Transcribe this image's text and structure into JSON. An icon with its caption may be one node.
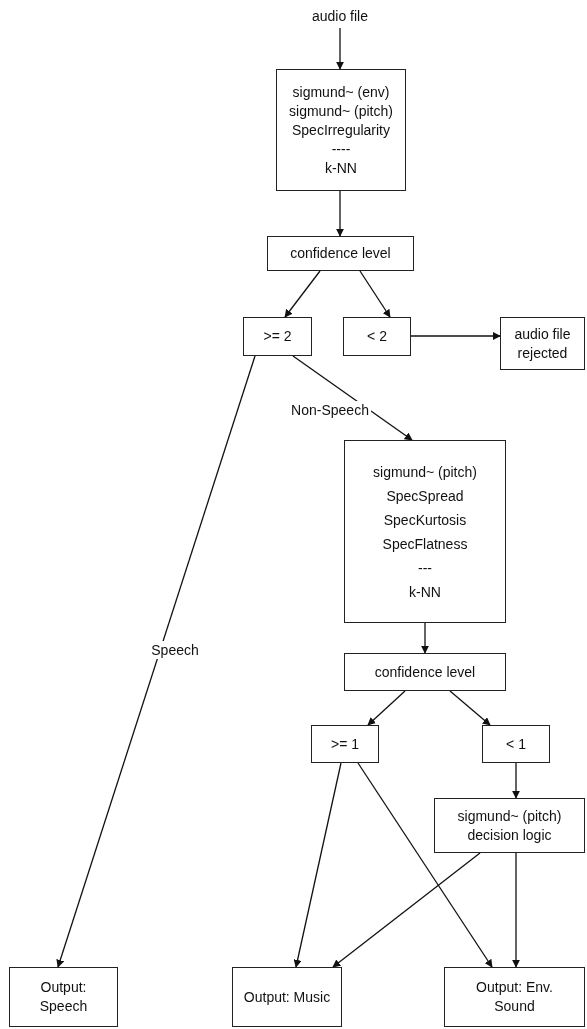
{
  "diagram": {
    "nodes": [
      {
        "text": [
          "audio file"
        ]
      },
      {
        "text": [
          "sigmund~ (env)",
          "sigmund~ (pitch)",
          "SpecIrregularity",
          "----",
          "k-NN"
        ]
      },
      {
        "text": [
          "confidence level"
        ]
      },
      {
        "text": [
          ">= 2"
        ]
      },
      {
        "text": [
          "< 2"
        ]
      },
      {
        "text": [
          "audio file rejected"
        ]
      },
      {
        "text": [
          "sigmund~ (pitch)",
          "SpecSpread",
          "SpecKurtosis",
          "SpecFlatness",
          "---",
          "k-NN"
        ]
      },
      {
        "text": [
          "confidence level"
        ]
      },
      {
        "text": [
          ">= 1"
        ]
      },
      {
        "text": [
          "< 1"
        ]
      },
      {
        "text": [
          "sigmund~ (pitch) decision logic"
        ]
      },
      {
        "text": [
          "Output: Speech"
        ]
      },
      {
        "text": [
          "Output: Music"
        ]
      },
      {
        "text": [
          "Output: Env. Sound"
        ]
      }
    ],
    "edges": [
      {
        "from": 0,
        "to": 1,
        "arrow": "to"
      },
      {
        "from": 1,
        "to": 2,
        "arrow": "to"
      },
      {
        "from": 2,
        "to": 3,
        "arrow": "to"
      },
      {
        "from": 2,
        "to": 4,
        "arrow": "to"
      },
      {
        "from": 4,
        "to": 5,
        "arrow": "to"
      },
      {
        "from": 3,
        "to": 6,
        "arrow": "to",
        "label": "Non-Speech"
      },
      {
        "from": 3,
        "to": 11,
        "arrow": "to",
        "label": "Speech"
      },
      {
        "from": 6,
        "to": 7,
        "arrow": "to"
      },
      {
        "from": 7,
        "to": 8,
        "arrow": "to"
      },
      {
        "from": 7,
        "to": 9,
        "arrow": "to"
      },
      {
        "from": 9,
        "to": 10,
        "arrow": "to"
      },
      {
        "from": 8,
        "to": 12,
        "arrow": "to"
      },
      {
        "from": 8,
        "to": 13,
        "arrow": "to"
      },
      {
        "from": 10,
        "to": 12,
        "arrow": "to"
      },
      {
        "from": 10,
        "to": 13,
        "arrow": "to"
      }
    ]
  }
}
